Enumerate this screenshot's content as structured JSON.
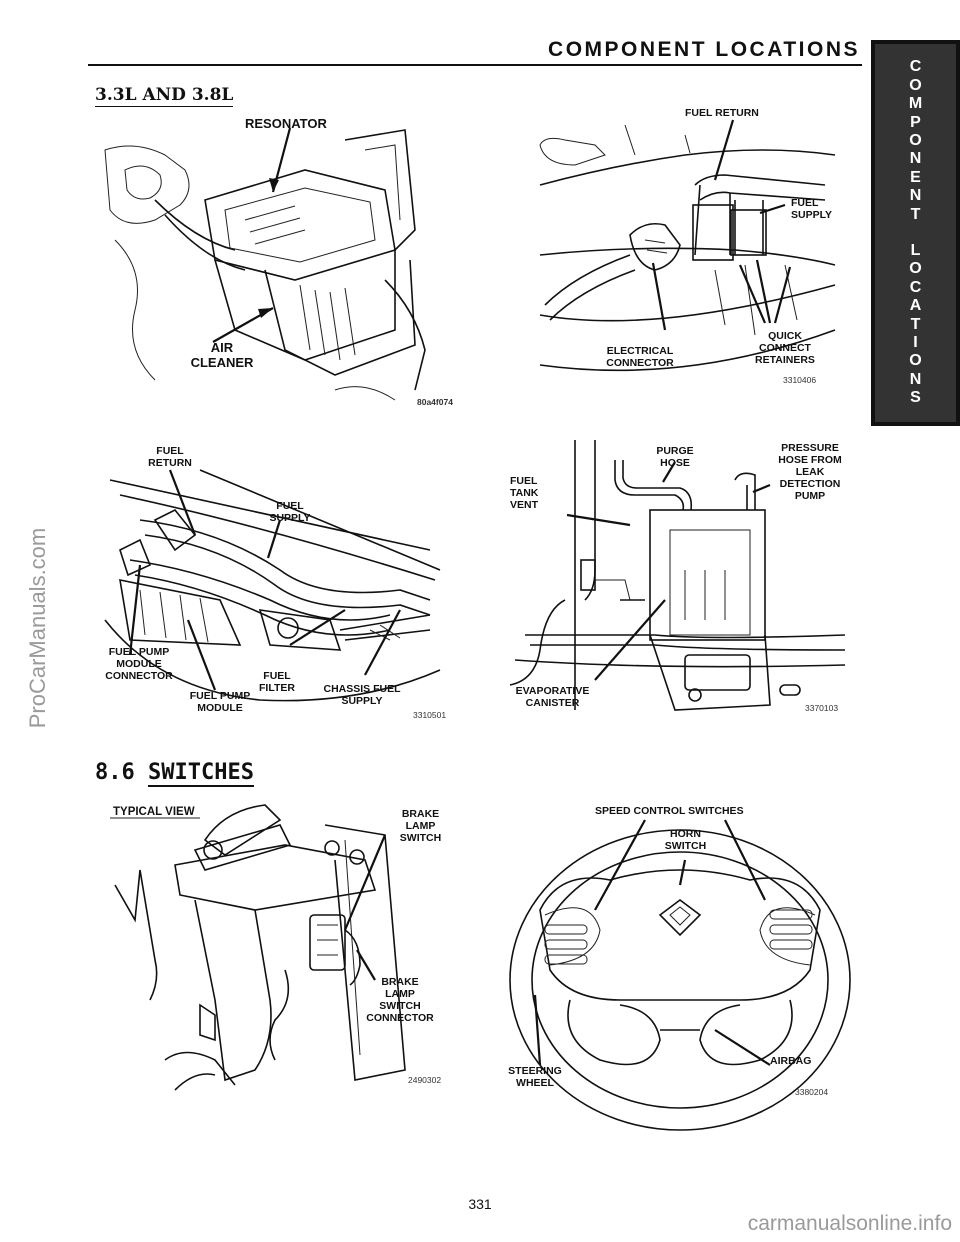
{
  "header": {
    "title": "COMPONENT LOCATIONS"
  },
  "side_tab": {
    "letters": [
      "C",
      "O",
      "M",
      "P",
      "O",
      "N",
      "E",
      "N",
      "T",
      "",
      "L",
      "O",
      "C",
      "A",
      "T",
      "I",
      "O",
      "N",
      "S"
    ]
  },
  "section1": {
    "title": "3.3L AND 3.8L"
  },
  "section2": {
    "number": "8.6",
    "title": "SWITCHES"
  },
  "figures": {
    "resonator": {
      "labels": [
        "RESONATOR",
        "AIR",
        "CLEANER"
      ],
      "code": "80a4f074"
    },
    "fuel_lines": {
      "labels": [
        "FUEL RETURN",
        "FUEL",
        "SUPPLY",
        "ELECTRICAL",
        "CONNECTOR",
        "QUICK",
        "CONNECT",
        "RETAINERS"
      ],
      "code": "3310406"
    },
    "fuel_pump": {
      "labels": [
        "FUEL",
        "RETURN",
        "FUEL",
        "SUPPLY",
        "FUEL PUMP",
        "MODULE",
        "CONNECTOR",
        "FUEL PUMP",
        "MODULE",
        "FUEL",
        "FILTER",
        "CHASSIS FUEL",
        "SUPPLY"
      ],
      "code": "3310501"
    },
    "evap": {
      "labels": [
        "FUEL",
        "TANK",
        "VENT",
        "PURGE",
        "HOSE",
        "PRESSURE",
        "HOSE FROM",
        "LEAK",
        "DETECTION",
        "PUMP",
        "EVAPORATIVE",
        "CANISTER"
      ],
      "code": "3370103"
    },
    "brake": {
      "labels": [
        "TYPICAL VIEW",
        "BRAKE",
        "LAMP",
        "SWITCH",
        "BRAKE",
        "LAMP",
        "SWITCH",
        "CONNECTOR"
      ],
      "code": "2490302"
    },
    "steering": {
      "labels": [
        "SPEED CONTROL SWITCHES",
        "HORN",
        "SWITCH",
        "STEERING",
        "WHEEL",
        "AIRBAG"
      ],
      "code": "3380204"
    }
  },
  "footer": {
    "page_number": "331"
  },
  "watermarks": {
    "left": "ProCarManuals.com",
    "bottom": "carmanualsonline.info"
  }
}
